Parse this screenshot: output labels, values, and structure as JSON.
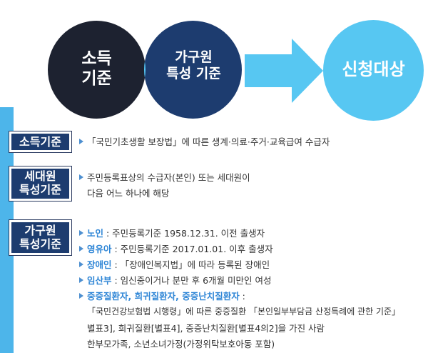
{
  "diagram": {
    "income_circle": "소득\n기준",
    "household_circle": "가구원\n특성 기준",
    "target_circle": "신청대상"
  },
  "sections": {
    "income": {
      "label": "소득기준",
      "text": "「국민기초생활 보장법」에 따른 생계·의료·주거·교육급여 수급자"
    },
    "household_member": {
      "label": "세대원\n특성기준",
      "text_line1": "주민등록표상의 수급자(본인) 또는 세대원이",
      "text_line2": "다음 어느 하나에 해당"
    },
    "family_member": {
      "label": "가구원\n특성기준",
      "items": [
        {
          "term": "노인",
          "desc": " : 주민등록기준 1958.12.31. 이전 출생자"
        },
        {
          "term": "영유아",
          "desc": " : 주민등록기준 2017.01.01. 이후 출생자"
        },
        {
          "term": "장애인",
          "desc": " : 「장애인복지법」에 따라 등록된 장애인"
        },
        {
          "term": "임산부",
          "desc": " : 임신중이거나 분만 후 6개월 미만인 여성"
        },
        {
          "term": "중증질환자, 희귀질환자, 중증난치질환자",
          "desc": " :"
        }
      ],
      "detail_lines": [
        "「국민건강보험법 시행령」에 따른 중증질환 「본인일부부담금 산정특례에 관한 기준」",
        "별표3], 희귀질환[별표4], 중증난치질환[별표4의2]을 가진 사람",
        "한부모가족, 소년소녀가정(가정위탁보호아동 포함)"
      ]
    }
  },
  "colors": {
    "dark": "#1d2230",
    "navy": "#1d3c6f",
    "sky": "#57c7f2",
    "highlight": "#2f86d6",
    "stripe": "#4db5ea"
  }
}
